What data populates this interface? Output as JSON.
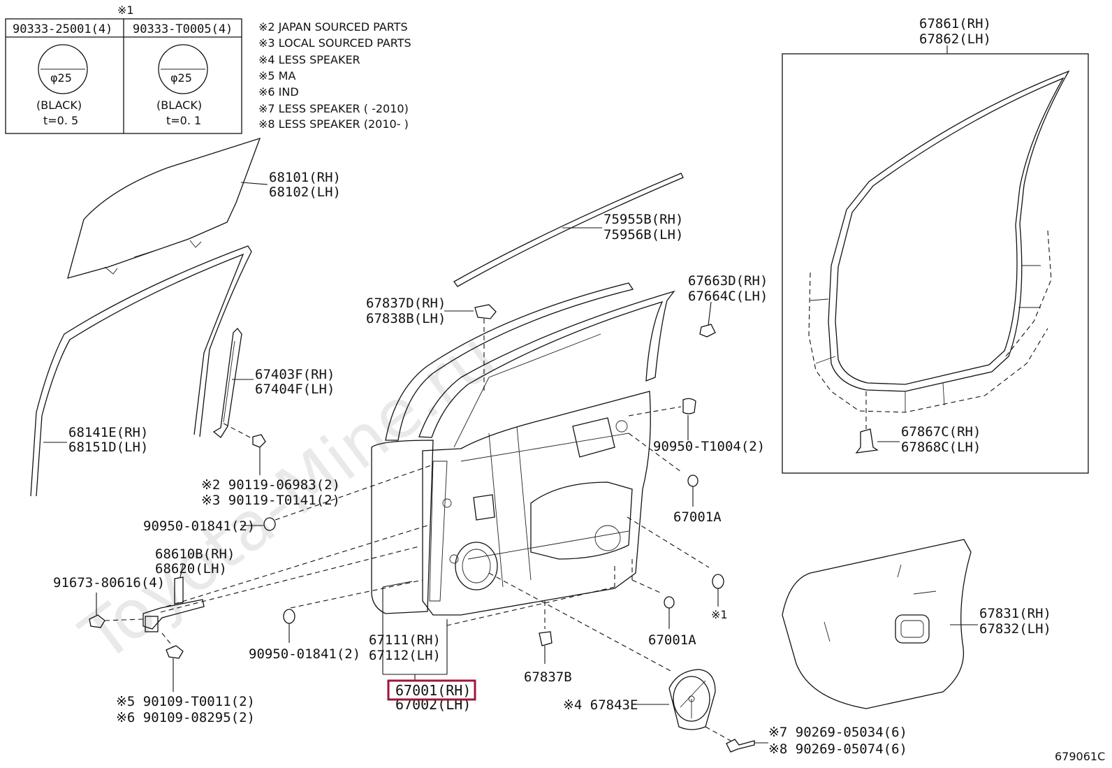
{
  "watermark": "Toyota-Mine.ru",
  "legend_table": {
    "mark": "※1",
    "col1_header": "90333-25001(4)",
    "col2_header": "90333-T0005(4)",
    "col1_dia": "φ25",
    "col2_dia": "φ25",
    "col1_color": "(BLACK)",
    "col2_color": "(BLACK)",
    "col1_thick": "t=0. 5",
    "col2_thick": "t=0. 1"
  },
  "notes": [
    "※2 JAPAN SOURCED PARTS",
    "※3 LOCAL SOURCED PARTS",
    "※4 LESS SPEAKER",
    "※5 MA",
    "※6 IND",
    "※7 LESS SPEAKER (       -2010)",
    "※8 LESS SPEAKER (2010-       )"
  ],
  "parts": {
    "p68101": "68101(RH)",
    "p68102": "68102(LH)",
    "p75955": "75955B(RH)",
    "p75956": "75956B(LH)",
    "p67861": "67861(RH)",
    "p67862": "67862(LH)",
    "p67837d": "67837D(RH)",
    "p67838b": "67838B(LH)",
    "p67663": "67663D(RH)",
    "p67664": "67664C(LH)",
    "p67403": "67403F(RH)",
    "p67404": "67404F(LH)",
    "p68141": "68141E(RH)",
    "p68151": "68151D(LH)",
    "p90950_t1004": "90950-T1004(2)",
    "p67867": "67867C(RH)",
    "p67868": "67868C(LH)",
    "p90119_a": "※2 90119-06983(2)",
    "p90119_b": "※3 90119-T0141(2)",
    "p90950_a": "90950-01841(2)",
    "p67001a_1": "67001A",
    "p68610": "68610B(RH)",
    "p68620": "68620(LH)",
    "p91673": "91673-80616(4)",
    "p90950_b": "90950-01841(2)",
    "p67111": "67111(RH)",
    "p67112": "67112(LH)",
    "p67831": "67831(RH)",
    "p67832": "67832(LH)",
    "p67001a_2": "67001A",
    "mark1": "※1",
    "p67837b": "67837B",
    "p67001": "67001(RH)",
    "p67002": "67002(LH)",
    "p67843": "※4 67843E",
    "p90109_a": "※5 90109-T0011(2)",
    "p90109_b": "※6 90109-08295(2)",
    "p90269_a": "※7 90269-05034(6)",
    "p90269_b": "※8 90269-05074(6)"
  },
  "diagram_code": "679061C",
  "highlight_color": "#a0163a"
}
